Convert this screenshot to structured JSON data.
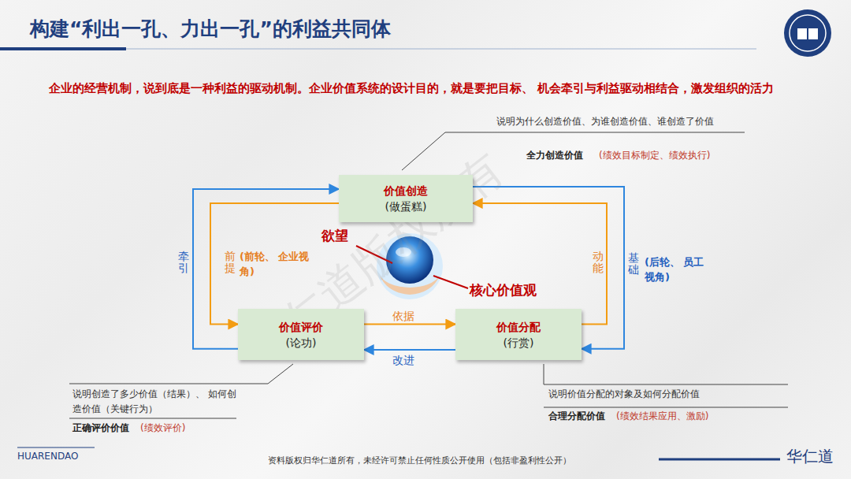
{
  "diagram": {
    "title": "构建“利出一孔、力出一孔”的利益共同体",
    "nodes": [
      {
        "text": [
          "价值创造",
          "(做蛋糕)"
        ]
      },
      {
        "text": [
          "价值评价",
          "(论功)"
        ]
      },
      {
        "text": [
          "价值分配",
          "(行赏)"
        ]
      }
    ],
    "edges": [
      {
        "from": 1,
        "to": 0,
        "arrow": "to",
        "label": "牵引"
      },
      {
        "from": 0,
        "to": 1,
        "arrow": "to",
        "label": "前提"
      },
      {
        "from": 0,
        "to": 2,
        "arrow": "to",
        "label": "基础"
      },
      {
        "from": 2,
        "to": 0,
        "arrow": "to",
        "label": "动能"
      },
      {
        "from": 1,
        "to": 2,
        "arrow": "to",
        "label": "依据"
      },
      {
        "from": 2,
        "to": 1,
        "arrow": "to",
        "label": "改进"
      }
    ],
    "labels": [
      "企业的经营机制，说到底是一种利益的驱动机制。企业价值系统的设计目的，就是要把目标、 机会牵引与利益驱动相结合，激发组织的活力",
      "说明为什么创造价值、为谁创造价值、谁创造了价值",
      "全力创造价值",
      "(绩效目标制定、绩效执行)",
      "(前轮、 企业视角)",
      "(后轮、 员工视角)",
      "欲望",
      "核心价值观",
      "说明创造了多少价值（结果）、 如何创造价值（关键行为）",
      "正确评价价值",
      "(绩效评价)",
      "说明价值分配的对象及如何分配价值",
      "合理分配价值",
      "(绩效结果应用、激励)",
      "华仁道版权所有",
      "HUARENDAO",
      "资料版权归华仁道所有，未经许可禁止任何性质公开使用（包括非盈利性公开）",
      "华仁道"
    ]
  }
}
